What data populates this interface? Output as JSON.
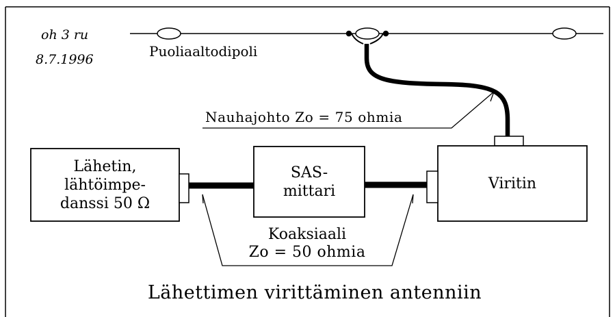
{
  "annotation": {
    "line1": "oh 3 ru",
    "line2": "8.7.1996"
  },
  "antenna": {
    "label": "Puoliaaltodipoli"
  },
  "feedline": {
    "label": "Nauhajohto Zo = 75 ohmia"
  },
  "boxes": {
    "transmitter": [
      "Lähetin,",
      "lähtöimpe-",
      "danssi 50 Ω"
    ],
    "swr_meter": [
      "SAS-",
      "mittari"
    ],
    "tuner": [
      "Viritin"
    ]
  },
  "coax": {
    "line1": "Koaksiaali",
    "line2": "Zo = 50 ohmia"
  },
  "caption": "Lähettimen virittäminen antenniin",
  "colors": {
    "ink": "#000000",
    "paper": "#ffffff"
  }
}
